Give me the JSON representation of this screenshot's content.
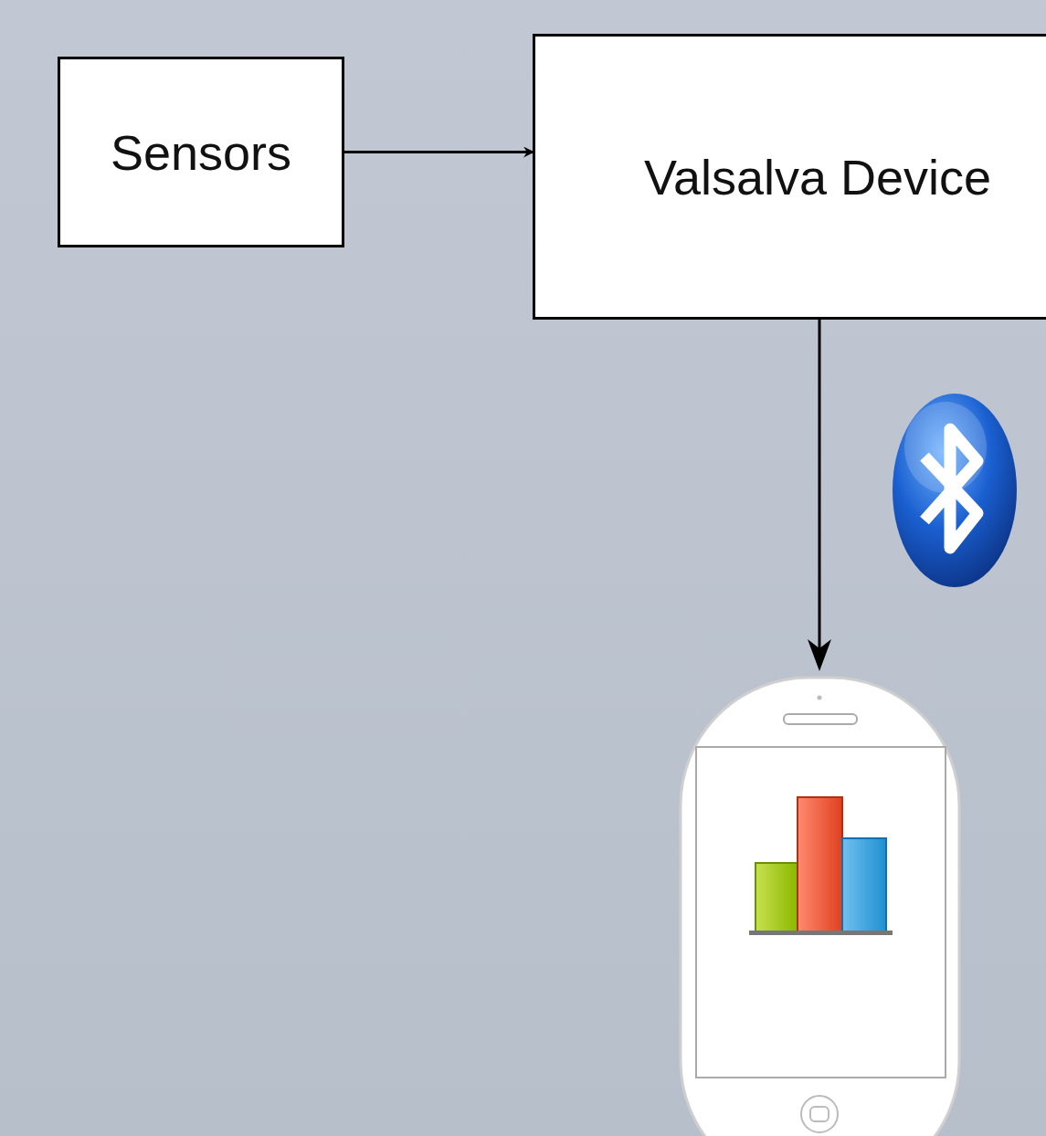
{
  "diagram": {
    "nodes": [
      {
        "text": [
          "Sensors"
        ]
      },
      {
        "text": [
          "Valsalva Device"
        ]
      }
    ],
    "edges": [
      {
        "from": 0,
        "to": 1,
        "arrow": "to"
      }
    ]
  }
}
